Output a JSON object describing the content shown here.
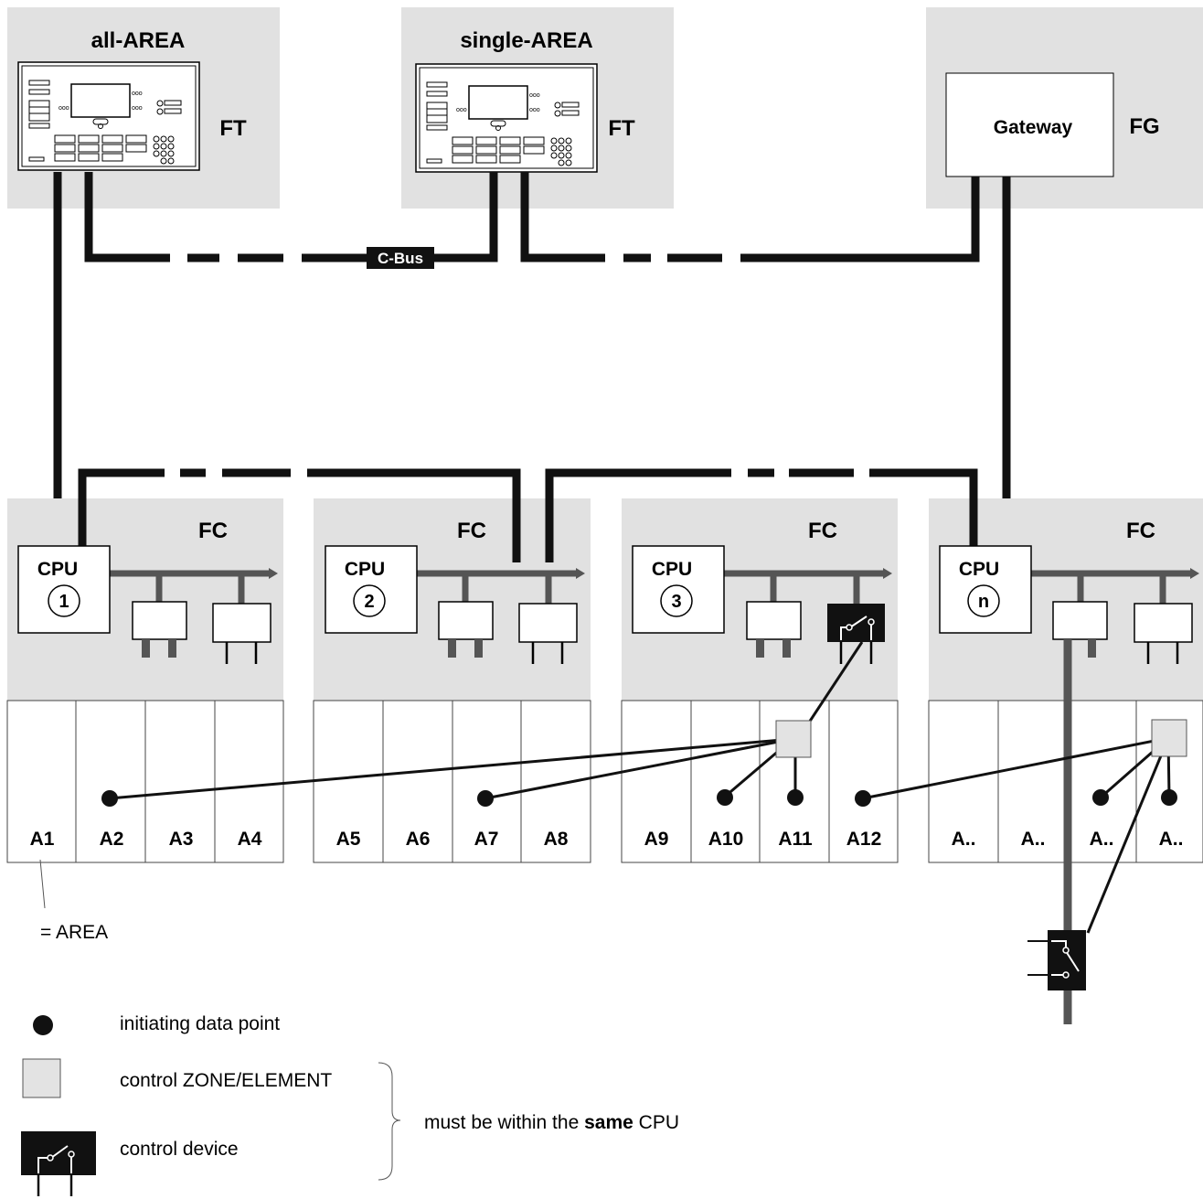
{
  "terminals": {
    "all_area": {
      "title": "all-AREA",
      "label": "FT"
    },
    "single_area": {
      "title": "single-AREA",
      "label": "FT"
    },
    "gateway": {
      "title": "Gateway",
      "label": "FG"
    }
  },
  "bus_label": "C-Bus",
  "controllers": [
    {
      "label": "FC",
      "cpu": "CPU",
      "cpu_id": "1",
      "areas": [
        "A1",
        "A2",
        "A3",
        "A4"
      ]
    },
    {
      "label": "FC",
      "cpu": "CPU",
      "cpu_id": "2",
      "areas": [
        "A5",
        "A6",
        "A7",
        "A8"
      ]
    },
    {
      "label": "FC",
      "cpu": "CPU",
      "cpu_id": "3",
      "areas": [
        "A9",
        "A10",
        "A11",
        "A12"
      ]
    },
    {
      "label": "FC",
      "cpu": "CPU",
      "cpu_id": "n",
      "areas": [
        "A..",
        "A..",
        "A..",
        "A.."
      ]
    }
  ],
  "area_note": "= AREA",
  "legend": {
    "initiating": "initiating data point",
    "zone": "control ZONE/ELEMENT",
    "device": "control device",
    "note_prefix": "must be within the ",
    "note_bold": "same",
    "note_suffix": " CPU"
  },
  "colors": {
    "panel_bg": "#e1e1e1",
    "bus_black": "#111111",
    "internal_bus": "#555555",
    "zone_fill": "#e3e3e3"
  }
}
